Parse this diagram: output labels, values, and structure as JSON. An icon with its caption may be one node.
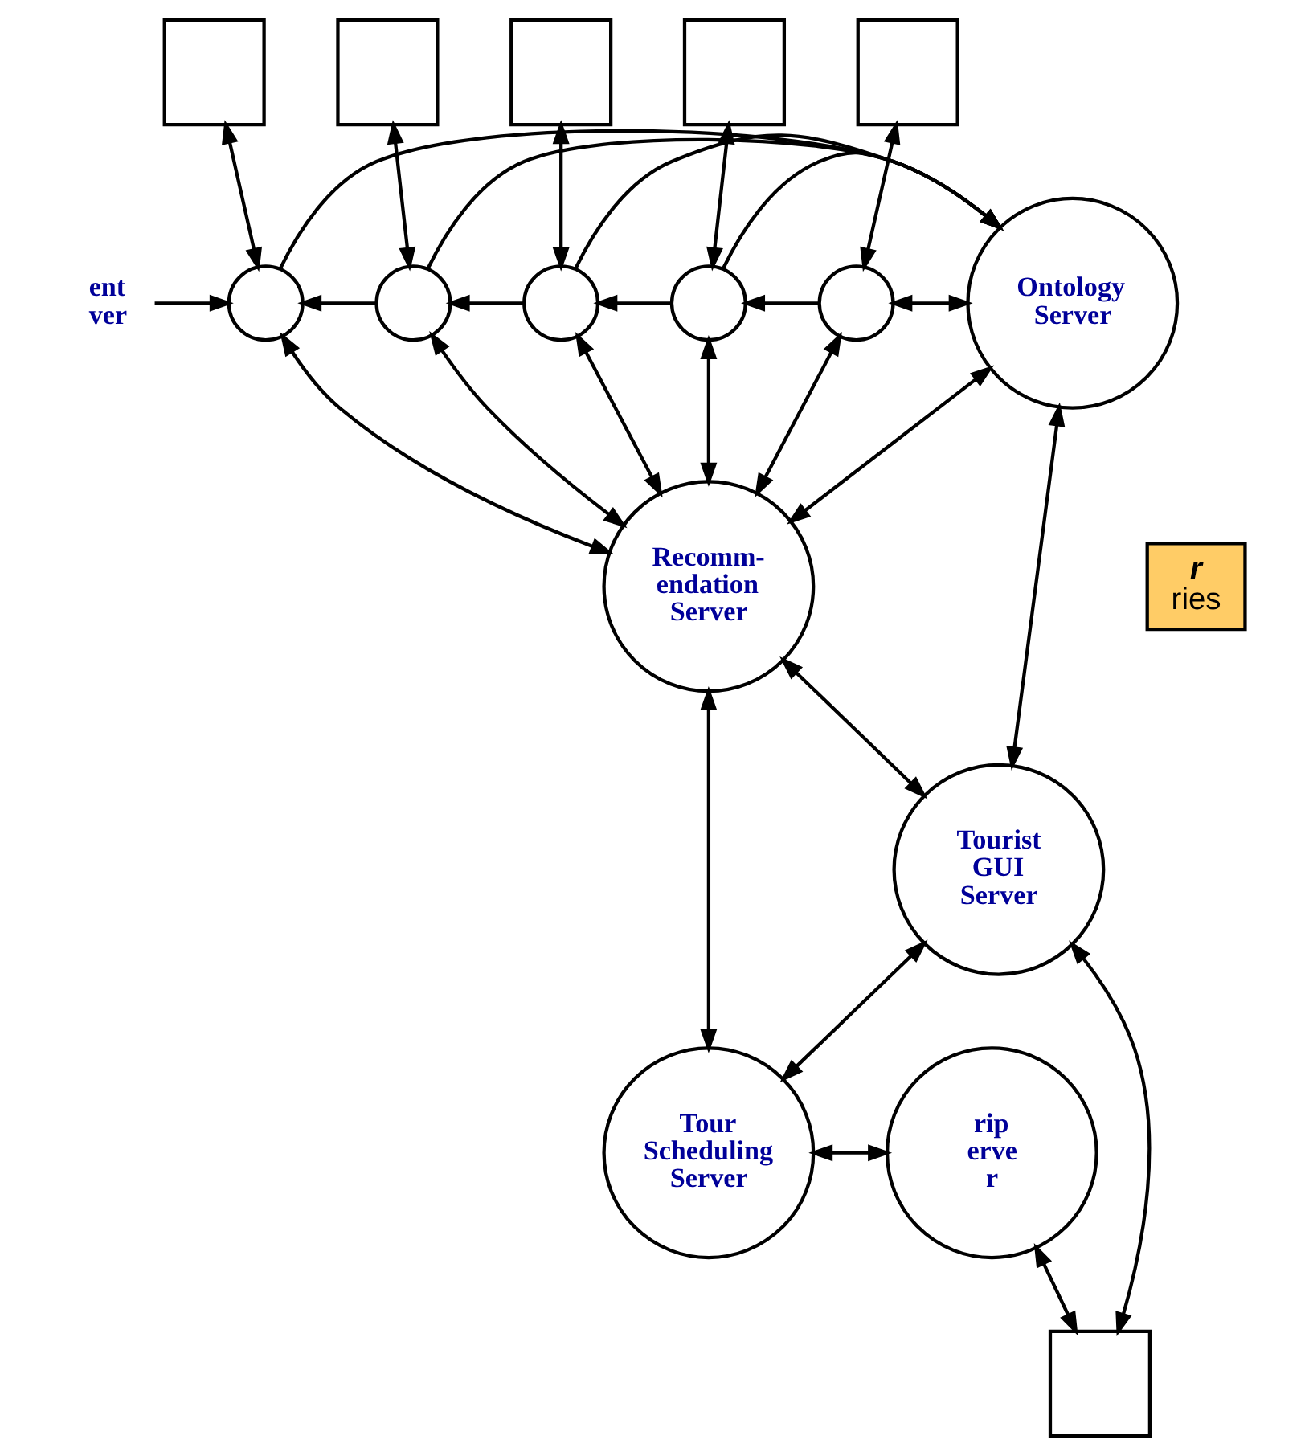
{
  "diagram": {
    "nodes": [
      {
        "text": [],
        "shape": "box"
      },
      {
        "text": [],
        "shape": "box"
      },
      {
        "text": [],
        "shape": "box"
      },
      {
        "text": [],
        "shape": "box"
      },
      {
        "text": [],
        "shape": "box"
      },
      {
        "text": [
          "ent ver"
        ]
      },
      {
        "text": [],
        "shape": "circle"
      },
      {
        "text": [],
        "shape": "circle"
      },
      {
        "text": [],
        "shape": "circle"
      },
      {
        "text": [],
        "shape": "circle"
      },
      {
        "text": [],
        "shape": "circle"
      },
      {
        "text": [
          "Ontology Server"
        ]
      },
      {
        "text": [
          "r",
          "ries"
        ]
      },
      {
        "text": [
          "Recomm- endation Server"
        ]
      },
      {
        "text": [
          "Tourist GUI Server"
        ]
      },
      {
        "text": [
          "rip erve r"
        ]
      },
      {
        "text": [
          "Tour Scheduling Server"
        ]
      },
      {
        "text": [],
        "shape": "box"
      }
    ],
    "edges": [
      {
        "from": 0,
        "to": 6,
        "arrow": "both"
      },
      {
        "from": 1,
        "to": 7,
        "arrow": "both"
      },
      {
        "from": 2,
        "to": 8,
        "arrow": "both"
      },
      {
        "from": 3,
        "to": 9,
        "arrow": "both"
      },
      {
        "from": 4,
        "to": 10,
        "arrow": "both"
      },
      {
        "from": 5,
        "to": 6,
        "arrow": "to"
      },
      {
        "from": 7,
        "to": 6,
        "arrow": "to"
      },
      {
        "from": 8,
        "to": 7,
        "arrow": "to"
      },
      {
        "from": 9,
        "to": 8,
        "arrow": "to"
      },
      {
        "from": 10,
        "to": 9,
        "arrow": "to"
      },
      {
        "from": 6,
        "to": 11,
        "arrow": "to"
      },
      {
        "from": 7,
        "to": 11,
        "arrow": "to"
      },
      {
        "from": 8,
        "to": 11,
        "arrow": "to"
      },
      {
        "from": 9,
        "to": 11,
        "arrow": "to"
      },
      {
        "from": 10,
        "to": 11,
        "arrow": "both"
      },
      {
        "from": 6,
        "to": 13,
        "arrow": "both"
      },
      {
        "from": 7,
        "to": 13,
        "arrow": "both"
      },
      {
        "from": 8,
        "to": 13,
        "arrow": "both"
      },
      {
        "from": 9,
        "to": 13,
        "arrow": "both"
      },
      {
        "from": 10,
        "to": 13,
        "arrow": "both"
      },
      {
        "from": 13,
        "to": 11,
        "arrow": "both"
      },
      {
        "from": 11,
        "to": 14,
        "arrow": "both"
      },
      {
        "from": 13,
        "to": 14,
        "arrow": "both"
      },
      {
        "from": 13,
        "to": 16,
        "arrow": "both"
      },
      {
        "from": 16,
        "to": 14,
        "arrow": "both"
      },
      {
        "from": 15,
        "to": 16,
        "arrow": "both"
      },
      {
        "from": 15,
        "to": 17,
        "arrow": "both"
      },
      {
        "from": 17,
        "to": 14,
        "arrow": "both"
      }
    ]
  }
}
